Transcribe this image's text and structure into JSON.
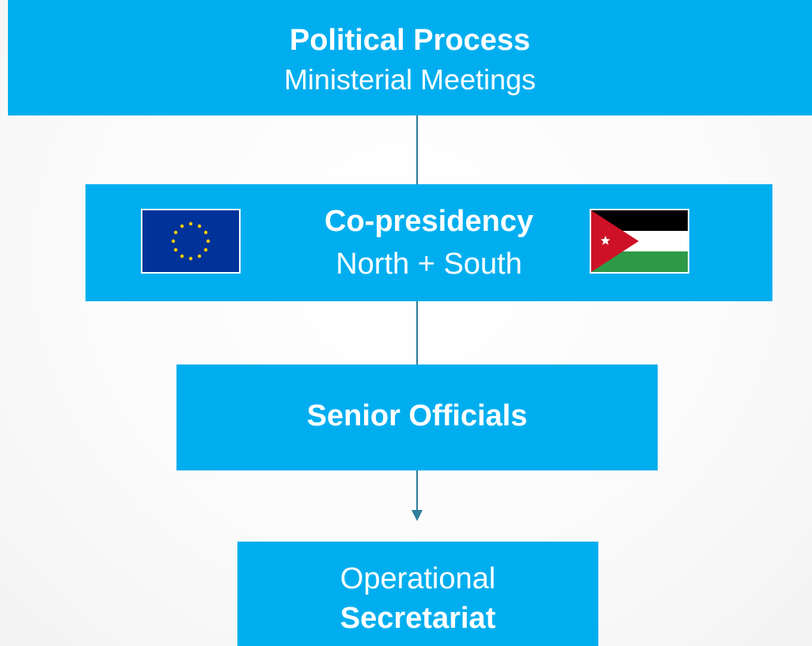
{
  "diagram": {
    "nodes": [
      {
        "id": "political-process",
        "title": "Political Process",
        "subtitle": "Ministerial Meetings"
      },
      {
        "id": "co-presidency",
        "title": "Co-presidency",
        "subtitle": "North + South"
      },
      {
        "id": "senior-officials",
        "title": "Senior Officials"
      },
      {
        "id": "secretariat",
        "line1": "Operational",
        "line2": "Secretariat"
      }
    ],
    "edges": [
      {
        "from": "political-process",
        "to": "co-presidency",
        "arrow": false
      },
      {
        "from": "co-presidency",
        "to": "senior-officials",
        "arrow": false
      },
      {
        "from": "senior-officials",
        "to": "secretariat",
        "arrow": true
      }
    ],
    "flags": [
      {
        "id": "eu",
        "icon": "eu-flag-icon",
        "colors": [
          "#003399",
          "#FFCC00"
        ]
      },
      {
        "id": "jordan",
        "icon": "jordan-flag-icon",
        "colors": [
          "#000000",
          "#FFFFFF",
          "#007A3D",
          "#CE1126"
        ]
      }
    ]
  },
  "colors": {
    "box_fill": "#00AEEF",
    "box_text": "#FFFFFF",
    "connector": "#2E7D9C"
  }
}
